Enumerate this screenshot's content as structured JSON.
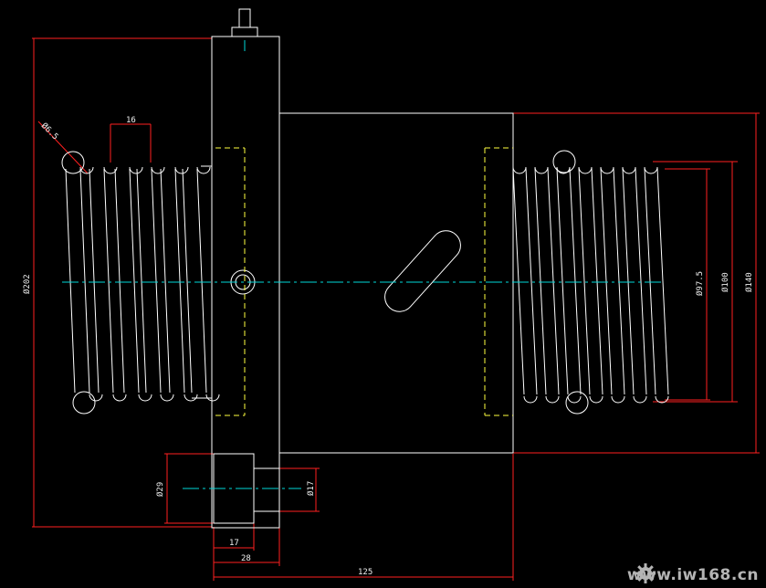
{
  "drawing": {
    "colors": {
      "background": "#000000",
      "outline": "#ffffff",
      "dimension": "#ff2020",
      "centerline": "#00d8d8",
      "hidden": "#ffff40",
      "dim_text": "#f0f0f0"
    },
    "dimensions": {
      "pitch": "16",
      "ball": "Ø6.5",
      "flange_dia": "Ø202",
      "inner_dia": "Ø97.5",
      "dia_100": "Ø100",
      "dia_140": "Ø140",
      "pipe_outer": "Ø29",
      "pipe_inner": "Ø17",
      "w17": "17",
      "w28": "28",
      "total_len": "125"
    }
  },
  "watermark": {
    "text": "www.iw168.cn",
    "icon": "gear-icon",
    "color": "#b4b4b4"
  }
}
